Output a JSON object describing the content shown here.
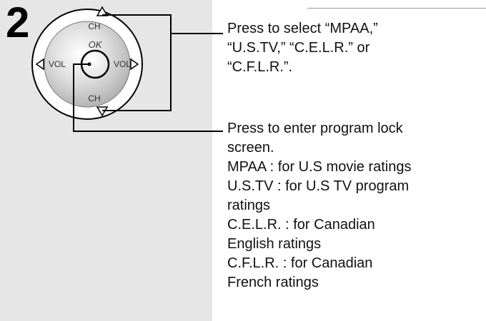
{
  "step": {
    "number": "2"
  },
  "remote": {
    "ch_up_label": "CH",
    "ch_down_label": "CH",
    "vol_left_label": "VOL",
    "vol_right_label": "VOL",
    "ok_label": "OK",
    "icons": {
      "up": "triangle-up-icon",
      "down": "triangle-down-icon",
      "left": "triangle-left-icon",
      "right": "triangle-right-icon",
      "center": "ok-button-icon"
    }
  },
  "instructions": {
    "select": {
      "lines": [
        "Press to select “MPAA,”",
        "“U.S.TV,” “C.E.L.R.” or",
        "“C.F.L.R.”."
      ]
    },
    "enter": {
      "lines": [
        "Press to enter program lock",
        "screen.",
        "MPAA : for U.S movie ratings",
        "U.S.TV : for U.S TV program",
        "ratings",
        "C.E.L.R. : for Canadian",
        "English ratings",
        "C.F.L.R. : for Canadian",
        "French ratings"
      ]
    }
  },
  "colors": {
    "panel": "#e6e6e6",
    "line": "#000000"
  }
}
